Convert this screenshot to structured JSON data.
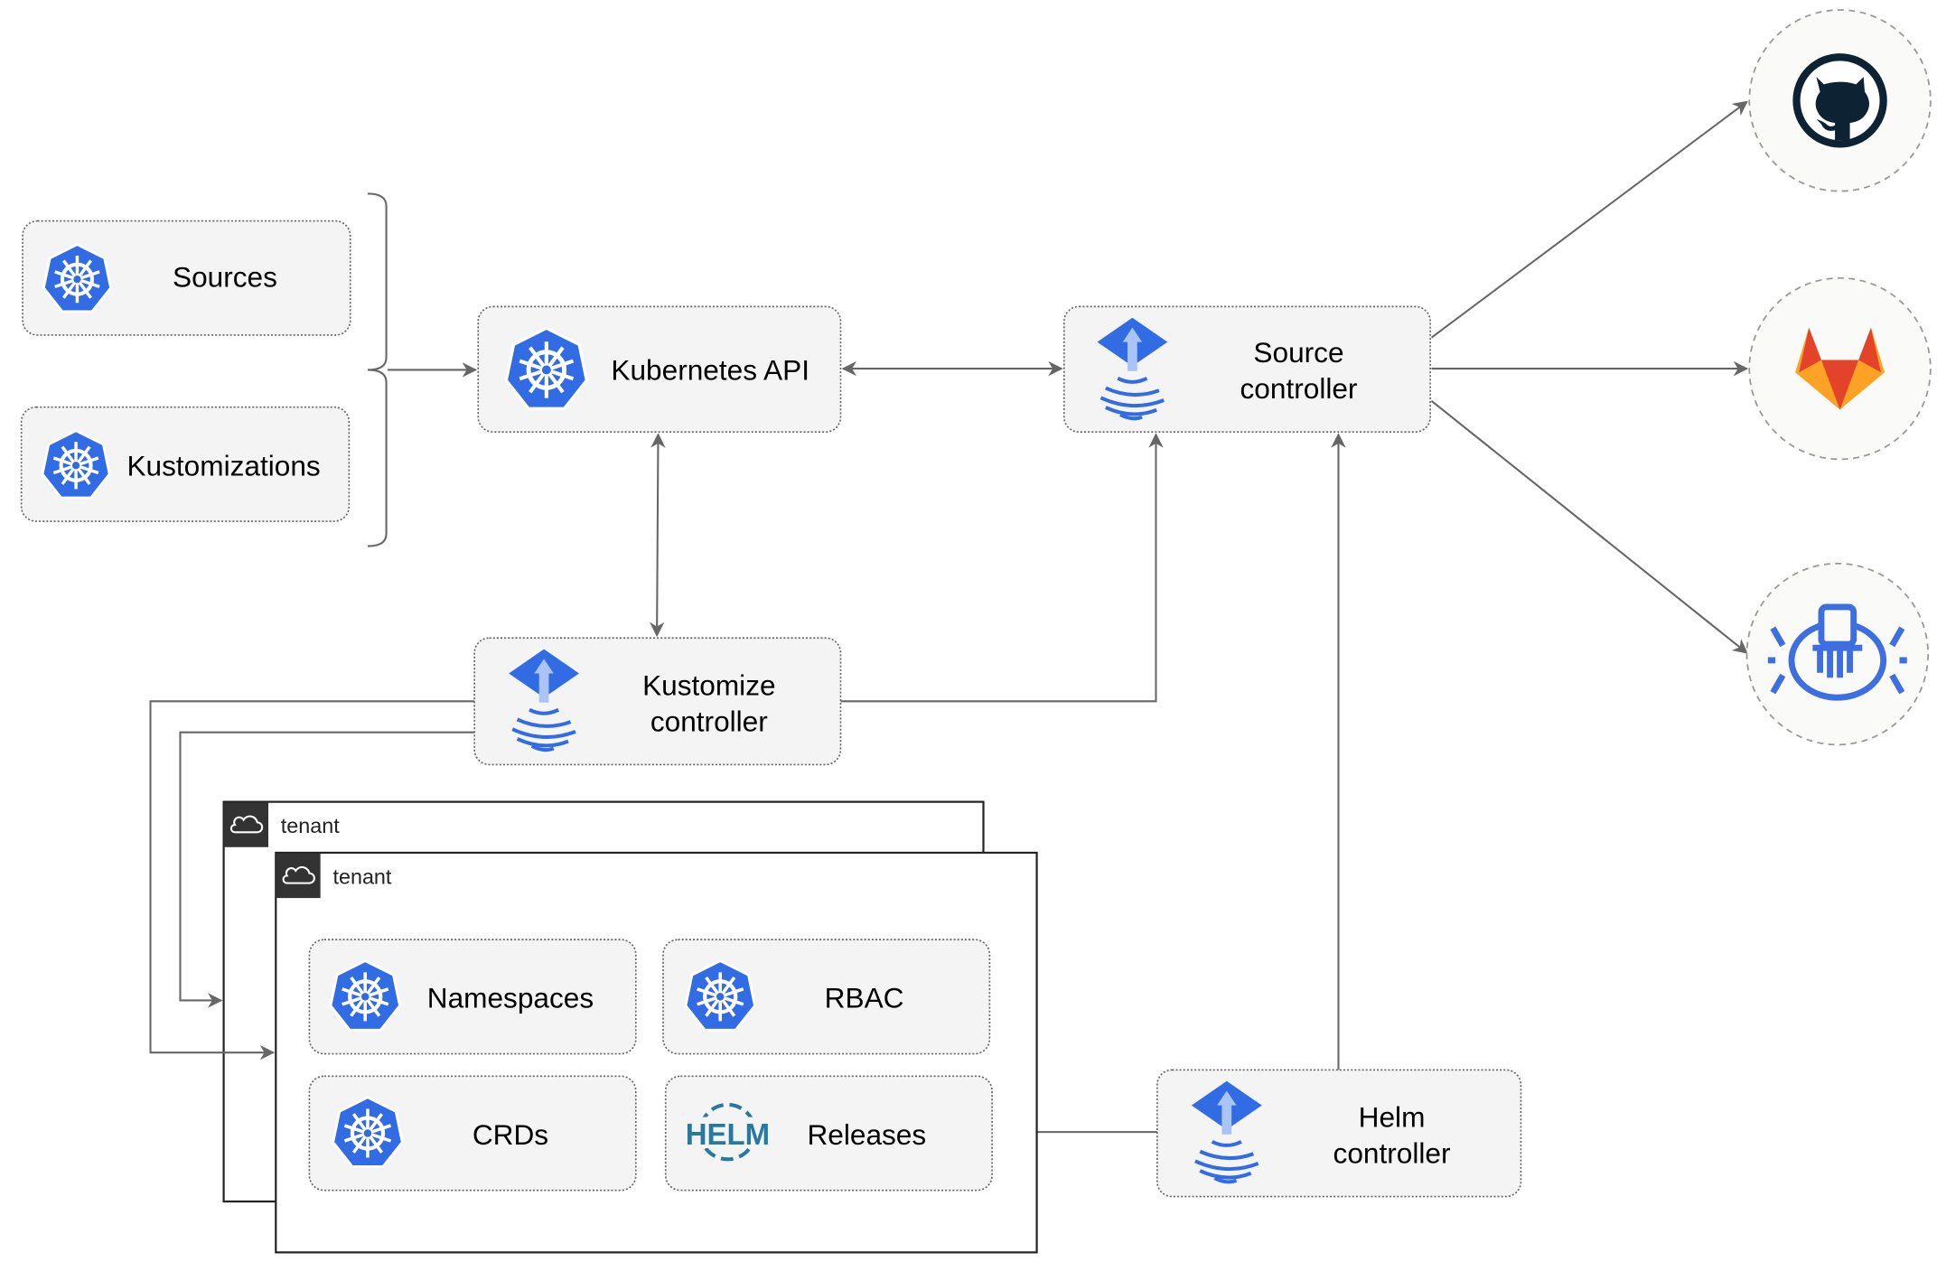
{
  "nodes": {
    "sources": "Sources",
    "kustomizations": "Kustomizations",
    "kubernetes_api": "Kubernetes API",
    "source_controller": [
      "Source",
      "controller"
    ],
    "kustomize_controller": [
      "Kustomize",
      "controller"
    ],
    "helm_controller": [
      "Helm",
      "controller"
    ],
    "namespaces": "Namespaces",
    "rbac": "RBAC",
    "crds": "CRDs",
    "releases": "Releases"
  },
  "tenants": [
    "tenant",
    "tenant"
  ],
  "helm_logo_text": "HELM",
  "external_sources": [
    "github-icon",
    "gitlab-icon",
    "bucket-icon"
  ],
  "colors": {
    "k8s_blue": "#326ce5",
    "gitlab_orange": "#e24329",
    "github_dark": "#0d2233",
    "edge": "#666666"
  }
}
